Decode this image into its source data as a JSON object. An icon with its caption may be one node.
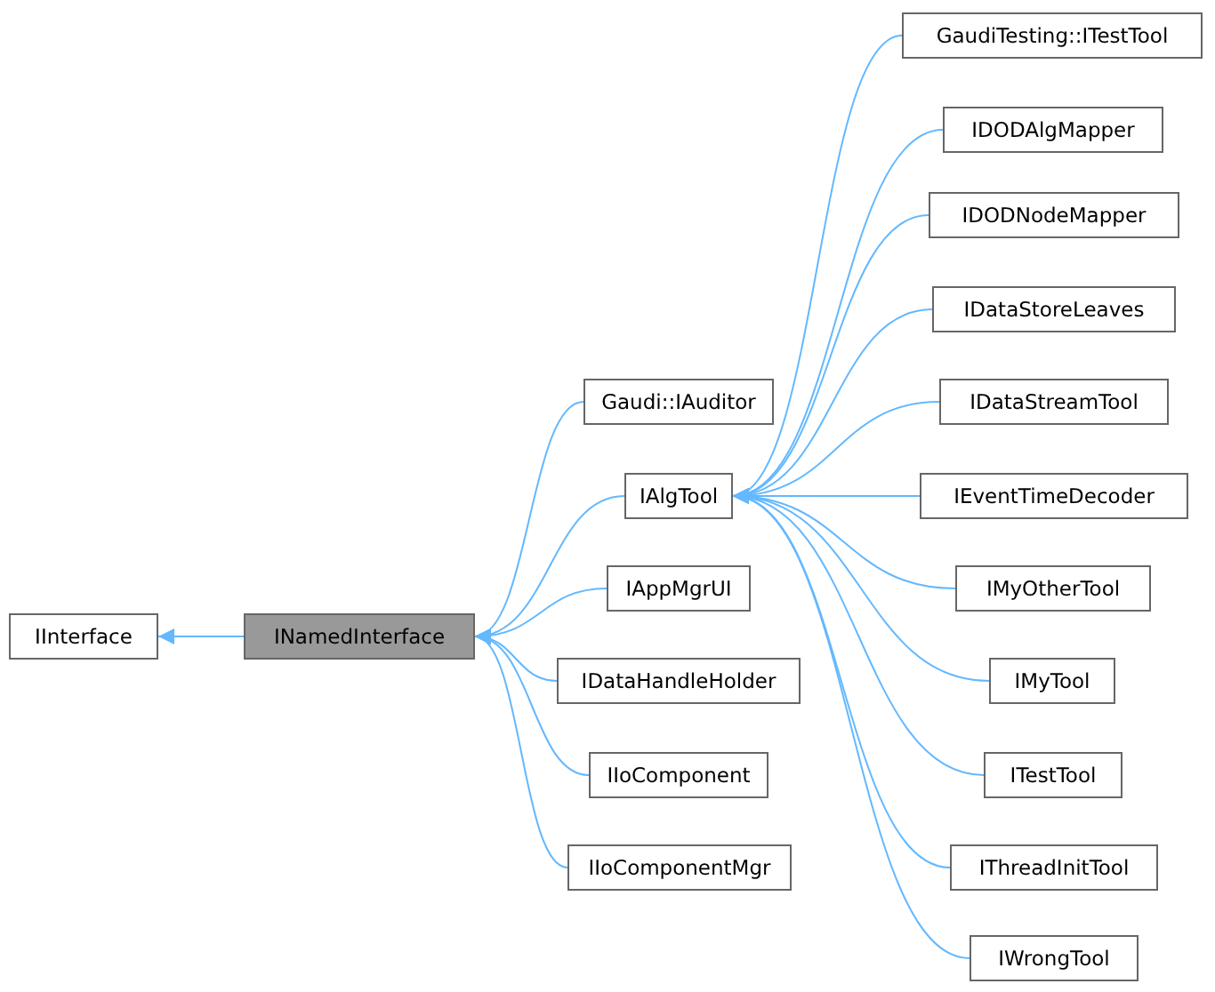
{
  "diagram": {
    "nodes": [
      {
        "text": [
          "IInterface"
        ]
      },
      {
        "text": [
          "INamedInterface"
        ]
      },
      {
        "text": [
          "Gaudi::IAuditor"
        ]
      },
      {
        "text": [
          "IAlgTool"
        ]
      },
      {
        "text": [
          "IAppMgrUI"
        ]
      },
      {
        "text": [
          "IDataHandleHolder"
        ]
      },
      {
        "text": [
          "IIoComponent"
        ]
      },
      {
        "text": [
          "IIoComponentMgr"
        ]
      },
      {
        "text": [
          "GaudiTesting::ITestTool"
        ]
      },
      {
        "text": [
          "IDODAlgMapper"
        ]
      },
      {
        "text": [
          "IDODNodeMapper"
        ]
      },
      {
        "text": [
          "IDataStoreLeaves"
        ]
      },
      {
        "text": [
          "IDataStreamTool"
        ]
      },
      {
        "text": [
          "IEventTimeDecoder"
        ]
      },
      {
        "text": [
          "IMyOtherTool"
        ]
      },
      {
        "text": [
          "IMyTool"
        ]
      },
      {
        "text": [
          "ITestTool"
        ]
      },
      {
        "text": [
          "IThreadInitTool"
        ]
      },
      {
        "text": [
          "IWrongTool"
        ]
      }
    ],
    "edges": [
      {
        "from": 1,
        "to": 0,
        "arrow": "to"
      },
      {
        "from": 2,
        "to": 1,
        "arrow": "to"
      },
      {
        "from": 3,
        "to": 1,
        "arrow": "to"
      },
      {
        "from": 4,
        "to": 1,
        "arrow": "to"
      },
      {
        "from": 5,
        "to": 1,
        "arrow": "to"
      },
      {
        "from": 6,
        "to": 1,
        "arrow": "to"
      },
      {
        "from": 7,
        "to": 1,
        "arrow": "to"
      },
      {
        "from": 8,
        "to": 3,
        "arrow": "to"
      },
      {
        "from": 9,
        "to": 3,
        "arrow": "to"
      },
      {
        "from": 10,
        "to": 3,
        "arrow": "to"
      },
      {
        "from": 11,
        "to": 3,
        "arrow": "to"
      },
      {
        "from": 12,
        "to": 3,
        "arrow": "to"
      },
      {
        "from": 13,
        "to": 3,
        "arrow": "to"
      },
      {
        "from": 14,
        "to": 3,
        "arrow": "to"
      },
      {
        "from": 15,
        "to": 3,
        "arrow": "to"
      },
      {
        "from": 16,
        "to": 3,
        "arrow": "to"
      },
      {
        "from": 17,
        "to": 3,
        "arrow": "to"
      },
      {
        "from": 18,
        "to": 3,
        "arrow": "to"
      }
    ]
  }
}
